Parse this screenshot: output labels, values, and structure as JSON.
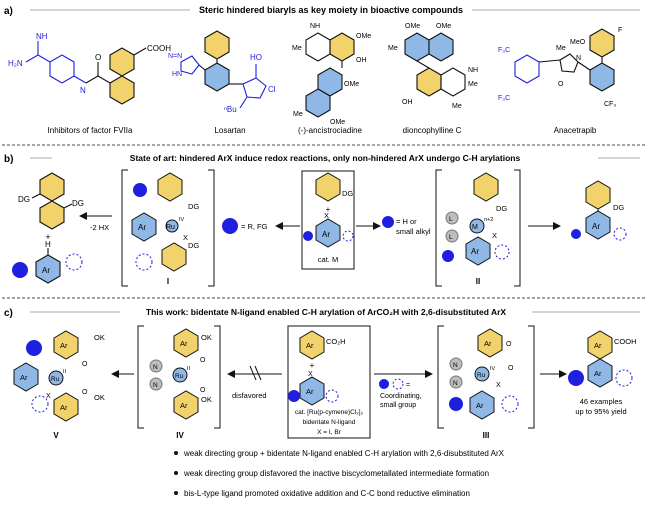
{
  "section_a": {
    "label": "a)",
    "header": "Steric hindered biaryls as key moiety in bioactive compounds",
    "compounds": [
      {
        "name": "Inhibitors of factor FVIIa",
        "labels": {
          "nh": "NH",
          "h2n": "H₂N",
          "h": "H",
          "o": "O",
          "n": "N",
          "cooh": "COOH"
        }
      },
      {
        "name": "Losartan",
        "labels": {
          "nbu": "ⁿBu",
          "oh": "HO",
          "cl": "Cl",
          "n": "N",
          "nn": "N",
          "nh": "HN",
          "nn2": "N=N"
        }
      },
      {
        "name": "(-)-ancistrociadine",
        "labels": {
          "nh": "NH",
          "me": "Me",
          "ome1": "OMe",
          "oh": "OH",
          "ome2": "OMe",
          "ome3": "OMe",
          "me2": "Me"
        }
      },
      {
        "name": "dioncophylline C",
        "labels": {
          "ome1": "OMe",
          "ome2": "OMe",
          "nh": "NH",
          "me": "Me",
          "oh": "OH",
          "me2": "Me",
          "me3": "Me"
        }
      },
      {
        "name": "Anacetrapib",
        "labels": {
          "cf3a": "F₃C",
          "cf3b": "F₃C",
          "meo": "MeO",
          "f": "F",
          "o": "O",
          "n": "N",
          "cf3c": "CF₃",
          "me": "Me"
        }
      }
    ]
  },
  "section_b": {
    "label": "b)",
    "header": "State of art:  hindered ArX induce redox reactions,  only non-hindered ArX undergo C-H arylations",
    "left_product": {
      "dg1": "DG",
      "dg2": "DG",
      "plus": "+",
      "h": "H",
      "ar": "Ar",
      "cond": "-2 HX"
    },
    "complex_I": {
      "metal": "Ru",
      "ox": "IV",
      "x": "X",
      "dg1": "DG",
      "dg2": "DG",
      "ar": "Ar",
      "numeral": "I"
    },
    "legend_left": "= R, FG",
    "center_box": {
      "dg": "DG",
      "plus": "+",
      "x": "X",
      "ar": "Ar",
      "cat": "cat. M"
    },
    "legend_right": [
      "= H or",
      "small alkyl"
    ],
    "complex_II": {
      "metal": "M",
      "ox": "n+2",
      "x": "X",
      "dg": "DG",
      "l1": "L",
      "l2": "L",
      "ar": "Ar",
      "numeral": "II"
    },
    "right_product": {
      "dg": "DG",
      "ar": "Ar"
    }
  },
  "section_c": {
    "label": "c)",
    "header": "This work: bidentate N-ligand enabled C-H arylation of ArCO₂H with 2,6-disubstituted ArX",
    "complex_V": {
      "metal": "Ru",
      "ox": "II",
      "x": "X",
      "ar1": "Ar",
      "ar2": "Ar",
      "ar3": "Ar",
      "ok1": "OK",
      "ok2": "OK",
      "o1": "O",
      "o2": "O",
      "numeral": "V"
    },
    "complex_IV": {
      "metal": "Ru",
      "ox": "II",
      "n1": "N",
      "n2": "N",
      "ar1": "Ar",
      "ar2": "Ar",
      "ok1": "OK",
      "ok2": "OK",
      "o1": "O",
      "o2": "O",
      "numeral": "IV"
    },
    "disfavored": "disfavored",
    "center_box": {
      "ar1": "Ar",
      "co2h": "CO₂H",
      "plus": "+",
      "x": "X",
      "ar2": "Ar",
      "cat": "cat. [Ru(p-cymene)Cl₂]₂",
      "ligand": "bidentate N-ligand",
      "xdef": "X = I, Br"
    },
    "legend": [
      "=",
      "Coordinating,",
      "small group"
    ],
    "complex_III": {
      "metal": "Ru",
      "ox": "IV",
      "x": "X",
      "n1": "N",
      "n2": "N",
      "ar1": "Ar",
      "ar2": "Ar",
      "o1": "O",
      "o2": "O",
      "numeral": "III"
    },
    "product": {
      "cooh": "COOH",
      "ar1": "Ar",
      "ar2": "Ar",
      "line1": "46 examples",
      "line2": "up to 95% yield"
    },
    "bullets": [
      "weak directing group + bidentate N-ligand enabled C-H arylation with 2,6-disubstituted ArX",
      "weak directing group disfavored the inactive biscyclometallated intermediate formation",
      "bis-L-type ligand promoted oxidative addition and C-C bond reductive elimination"
    ]
  },
  "colors": {
    "yellow": "#f2d36b",
    "blue_fill": "#8fb8e6",
    "deep_blue": "#1f1fe0",
    "ring_stroke": "#222222",
    "gray": "#bdbdbd"
  }
}
